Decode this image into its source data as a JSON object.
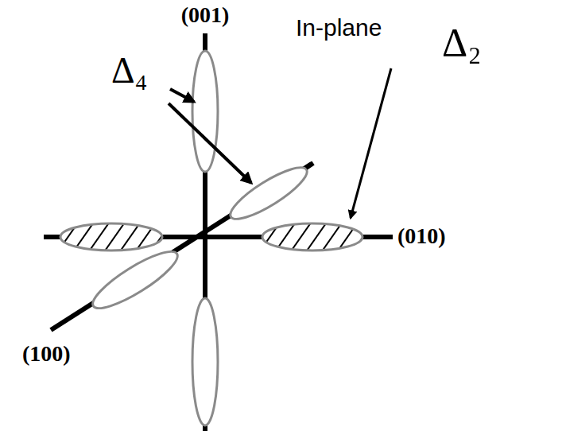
{
  "diagram": {
    "labels": [
      "(001)",
      "(010)",
      "(100)",
      "Δ₄",
      "In-plane",
      "Δ₂"
    ]
  }
}
